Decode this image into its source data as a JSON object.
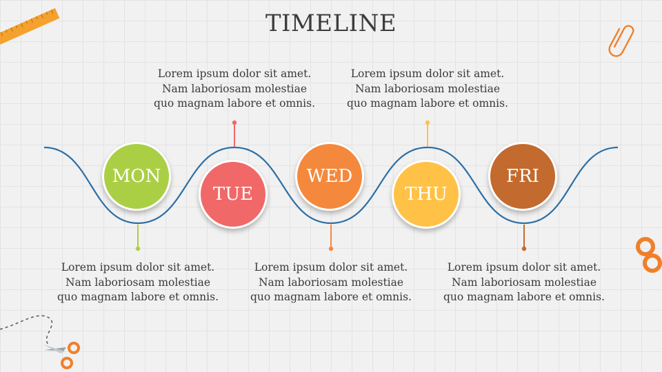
{
  "title": "TIMELINE",
  "days": [
    {
      "label": "MON",
      "color": "#aacf45",
      "description": [
        "Lorem ipsum dolor sit amet.",
        "Nam laboriosam molestiae",
        "quo magnam labore et omnis."
      ]
    },
    {
      "label": "TUE",
      "color": "#f06868",
      "description": [
        "Lorem ipsum dolor sit amet.",
        "Nam laboriosam molestiae",
        "quo magnam labore et omnis."
      ]
    },
    {
      "label": "WED",
      "color": "#f4893d",
      "description": [
        "Lorem ipsum dolor sit amet.",
        "Nam laboriosam molestiae",
        "quo magnam labore et omnis."
      ]
    },
    {
      "label": "THU",
      "color": "#ffc247",
      "description": [
        "Lorem ipsum dolor sit amet.",
        "Nam laboriosam molestiae",
        "quo magnam labore et omnis."
      ]
    },
    {
      "label": "FRI",
      "color": "#c36a2e",
      "description": [
        "Lorem ipsum dolor sit amet.",
        "Nam laboriosam molestiae",
        "quo magnam labore et omnis."
      ]
    }
  ],
  "wave_color": "#2c6fa5",
  "accent_color": "#f4893d",
  "icons": [
    "ruler-icon",
    "paperclip-icon",
    "scissors-icon"
  ]
}
